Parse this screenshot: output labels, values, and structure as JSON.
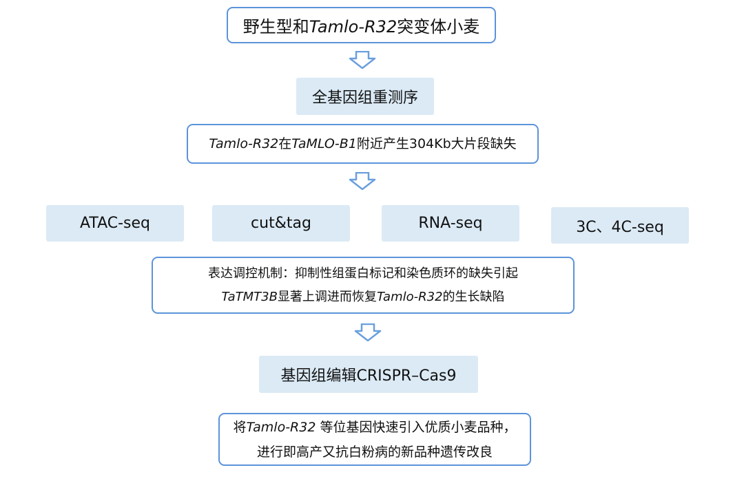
{
  "diagram": {
    "step1": {
      "pre": "野生型和",
      "gene": "Tamlo-R32",
      "post": "突变体小麦"
    },
    "step2": {
      "label": "全基因组重测序"
    },
    "step3": {
      "gene1": "Tamlo-R32",
      "mid": "在",
      "gene2": "TaMLO-B1",
      "post": "附近产生304Kb大片段缺失"
    },
    "methods": [
      {
        "label": "ATAC-seq"
      },
      {
        "label": "cut&tag"
      },
      {
        "label": "RNA-seq"
      },
      {
        "label": "3C、4C-seq"
      }
    ],
    "step4": {
      "line1": "表达调控机制：抑制性组蛋白标记和染色质环的缺失引起",
      "gene1": "TaTMT3B",
      "mid": "显著上调进而恢复",
      "gene2": "Tamlo-R32",
      "post": "的生长缺陷"
    },
    "step5": {
      "label": "基因组编辑CRISPR–Cas9"
    },
    "step6": {
      "pre": "将",
      "gene": "Tamlo-R32",
      "post": " 等位基因快速引入优质小麦品种，",
      "line2": "进行即高产又抗白粉病的新品种遗传改良"
    }
  },
  "colors": {
    "border": "#5b93d9",
    "fill": "#dbeaf5",
    "arrow": "#6a9fdc",
    "text": "#111111"
  }
}
